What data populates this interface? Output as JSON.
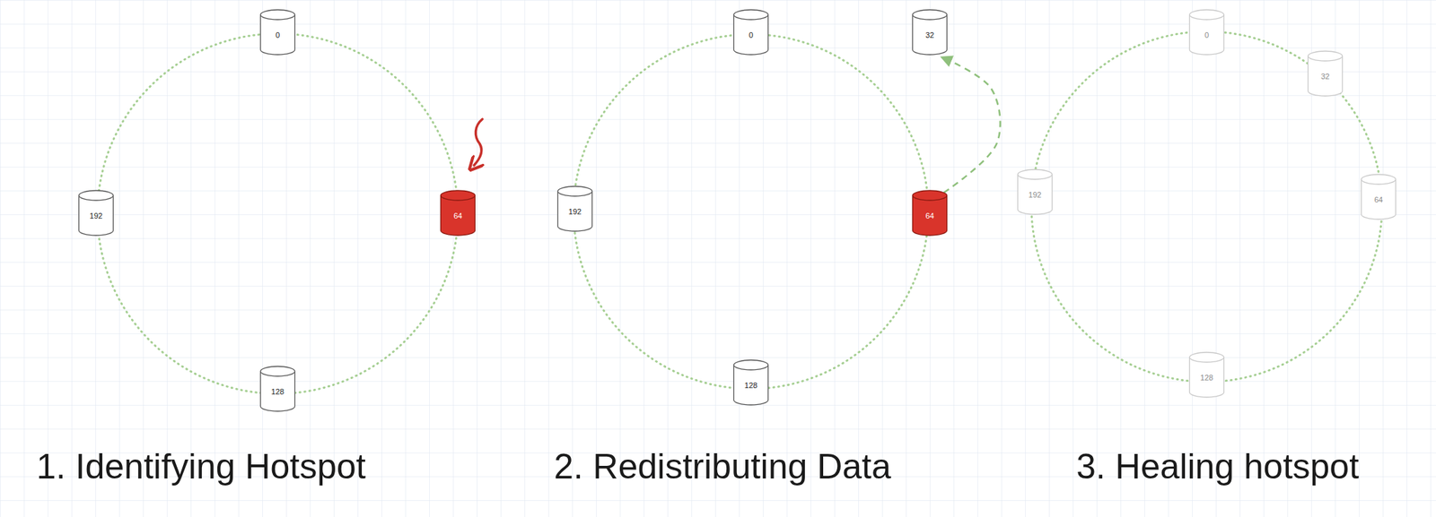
{
  "diagram": {
    "nodes": [
      {
        "text": [
          "0"
        ]
      },
      {
        "text": [
          "64"
        ]
      },
      {
        "text": [
          "128"
        ]
      },
      {
        "text": [
          "192"
        ]
      },
      {
        "text": [
          "0"
        ]
      },
      {
        "text": [
          "32"
        ]
      },
      {
        "text": [
          "64"
        ]
      },
      {
        "text": [
          "128"
        ]
      },
      {
        "text": [
          "192"
        ]
      },
      {
        "text": [
          "0"
        ]
      },
      {
        "text": [
          "32"
        ]
      },
      {
        "text": [
          "64"
        ]
      },
      {
        "text": [
          "128"
        ]
      },
      {
        "text": [
          "192"
        ]
      }
    ],
    "edges": [
      {
        "from": 6,
        "to": 5,
        "arrow": "to"
      }
    ],
    "labels": [
      "1. Identifying Hotspot",
      "2. Redistributing Data",
      "3. Healing hotspot"
    ]
  }
}
